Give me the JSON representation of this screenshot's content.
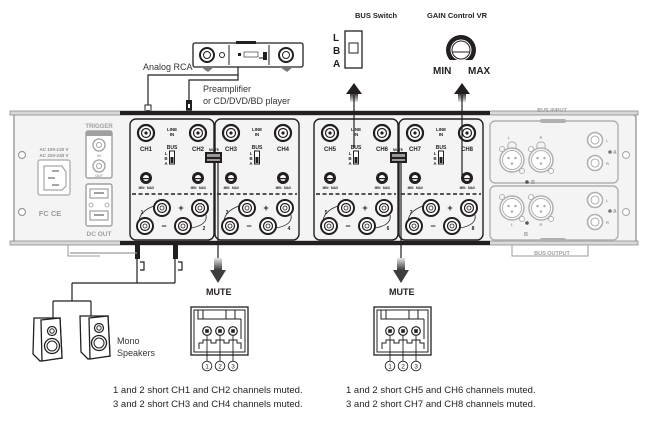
{
  "labels": {
    "analog_rca": "Analog RCA",
    "source_line1": "Preamplifier",
    "source_line2": "or CD/DVD/BD player",
    "bus_switch_title": "BUS Switch",
    "bus_switch_positions": [
      "L",
      "B",
      "A"
    ],
    "gain_title": "GAIN Control VR",
    "gain_min": "MIN",
    "gain_max": "MAX",
    "bus_input": "BUS INPUT",
    "bus_output": "BUS OUTPUT",
    "trigger": "TRIGGER",
    "trigger_in": "IN",
    "trigger_out": "OUT",
    "dc_out": "DC OUT",
    "ac_line1": "AC 100-120 V",
    "ac_line2": "AC 220-240 V",
    "certs": "FC CE",
    "mute_on_panel": "MUTE",
    "mono_speakers_line1": "Mono",
    "mono_speakers_line2": "Speakers"
  },
  "channel_modules": [
    {
      "channels": [
        "CH1",
        "CH2"
      ],
      "line_in": "LINE IN",
      "bus": "BUS",
      "speaker_numbers": [
        "1",
        "2"
      ]
    },
    {
      "channels": [
        "CH3",
        "CH4"
      ],
      "line_in": "LINE IN",
      "bus": "BUS",
      "speaker_numbers": [
        "3",
        "4"
      ]
    },
    {
      "channels": [
        "CH5",
        "CH6"
      ],
      "line_in": "LINE IN",
      "bus": "BUS",
      "speaker_numbers": [
        "5",
        "6"
      ]
    },
    {
      "channels": [
        "CH7",
        "CH8"
      ],
      "line_in": "LINE IN",
      "bus": "BUS",
      "speaker_numbers": [
        "7",
        "8"
      ]
    }
  ],
  "knob_labels": {
    "min": "MIN",
    "max": "MAX"
  },
  "polarity": {
    "plus": "+",
    "minus": "−"
  },
  "bus_io": {
    "xlr_labels": [
      "L",
      "R"
    ],
    "rca_labels": [
      "L",
      "R"
    ],
    "group_a": "A",
    "group_b": "B"
  },
  "mute_connectors": [
    {
      "title": "MUTE",
      "pins": [
        "1",
        "2",
        "3"
      ],
      "notes": [
        "1 and 2 short CH1 and CH2 channels muted.",
        "3 and 2 short CH3 and CH4 channels muted."
      ]
    },
    {
      "title": "MUTE",
      "pins": [
        "1",
        "2",
        "3"
      ],
      "notes": [
        "1 and 2 short CH5 and CH6 channels muted.",
        "3 and 2 short CH7 and CH8 channels muted."
      ]
    }
  ],
  "colors": {
    "ink": "#231f20",
    "chassis_fill": "#f2f2f2",
    "chassis_stroke": "#8c8c8c",
    "faded": "#b9b9b9",
    "arrow_gray": "#6d6d6d"
  }
}
